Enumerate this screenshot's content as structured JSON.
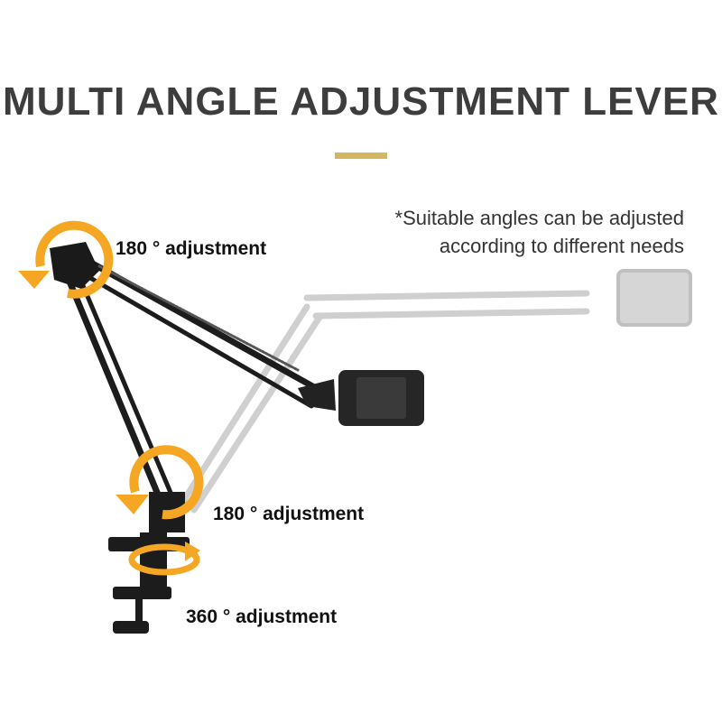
{
  "title": "MULTI ANGLE ADJUSTMENT LEVER",
  "note": {
    "line1": "*Suitable angles can be adjusted",
    "line2": "according to different needs"
  },
  "labels": {
    "top_joint": "180 ° adjustment",
    "middle_joint": "180 ° adjustment",
    "base_clamp": "360 ° adjustment"
  },
  "colors": {
    "accent_bar": "#d4b560",
    "rotation_arrow": "#f5a623",
    "title_text": "#3d3d3d"
  },
  "icons": [
    "rotate-arrow-icon",
    "rotate-arrow-icon",
    "rotate-360-arrow-icon"
  ]
}
